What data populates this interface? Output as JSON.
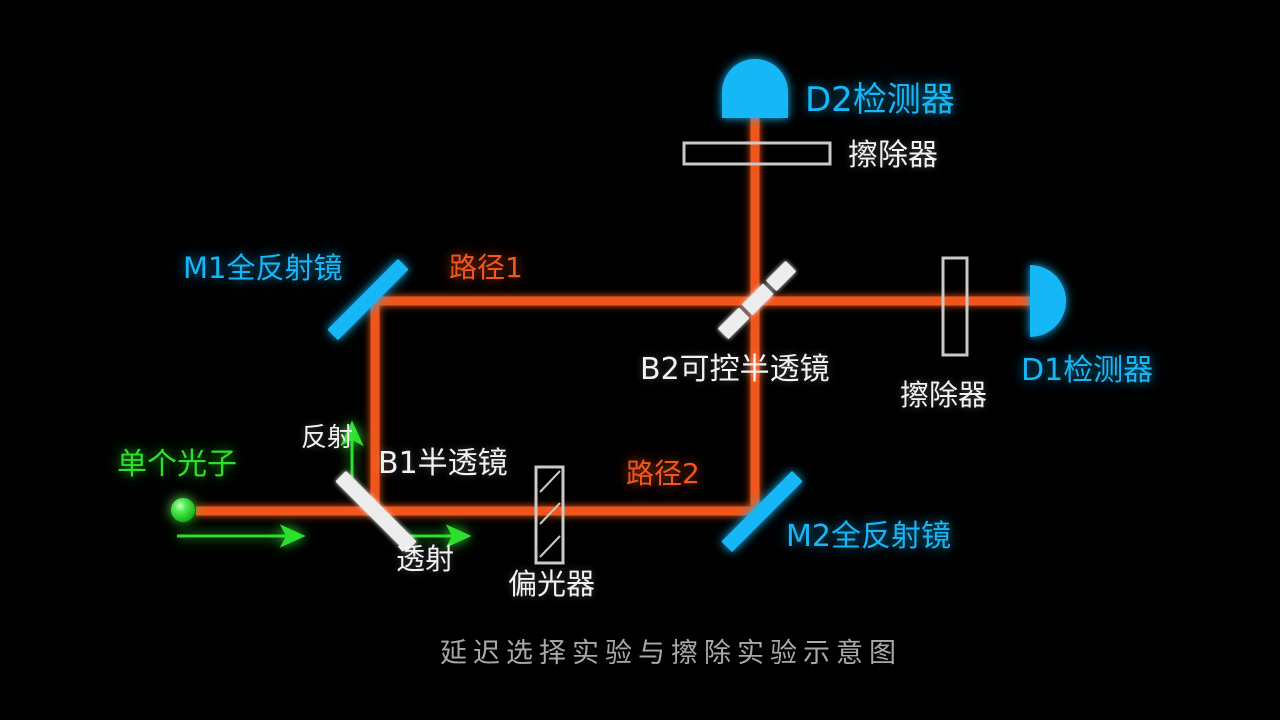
{
  "figure": {
    "caption": "延迟选择实验与擦除实验示意图",
    "background_color": "#000000",
    "beam_color": "#f0571f",
    "mirror_color": "#17b7f7",
    "splitter_color": "#e8e8e8",
    "photon_color": "#2ee02e"
  },
  "labels": {
    "photon_source": "单个光子",
    "reflect": "反射",
    "transmit": "透射",
    "beam_splitter_1": "B1半透镜",
    "beam_splitter_2": "B2可控半透镜",
    "mirror_1": "M1全反射镜",
    "mirror_2": "M2全反射镜",
    "path_1": "路径1",
    "path_2": "路径2",
    "polarizer": "偏光器",
    "eraser_top": "擦除器",
    "eraser_right": "擦除器",
    "detector_1": "D1检测器",
    "detector_2": "D2检测器"
  },
  "components": [
    {
      "name": "single-photon-source",
      "label": "单个光子",
      "kind": "source",
      "color": "#2ee02e"
    },
    {
      "name": "beam-splitter-b1",
      "label": "B1半透镜",
      "kind": "beam-splitter",
      "color": "#e8e8e8"
    },
    {
      "name": "mirror-m1",
      "label": "M1全反射镜",
      "kind": "mirror",
      "color": "#17b7f7"
    },
    {
      "name": "mirror-m2",
      "label": "M2全反射镜",
      "kind": "mirror",
      "color": "#17b7f7"
    },
    {
      "name": "beam-splitter-b2",
      "label": "B2可控半透镜",
      "kind": "controllable-beam-splitter",
      "color": "#e8e8e8"
    },
    {
      "name": "polarizer",
      "label": "偏光器",
      "kind": "polarizer",
      "color": "#cfcfcf"
    },
    {
      "name": "eraser-top",
      "label": "擦除器",
      "kind": "eraser",
      "color": "#cfcfcf"
    },
    {
      "name": "eraser-right",
      "label": "擦除器",
      "kind": "eraser",
      "color": "#cfcfcf"
    },
    {
      "name": "detector-d1",
      "label": "D1检测器",
      "kind": "detector",
      "color": "#17b7f7"
    },
    {
      "name": "detector-d2",
      "label": "D2检测器",
      "kind": "detector",
      "color": "#17b7f7"
    }
  ],
  "paths": [
    {
      "name": "path-1",
      "label": "路径1",
      "color": "#f0571f"
    },
    {
      "name": "path-2",
      "label": "路径2",
      "color": "#f0571f"
    }
  ]
}
